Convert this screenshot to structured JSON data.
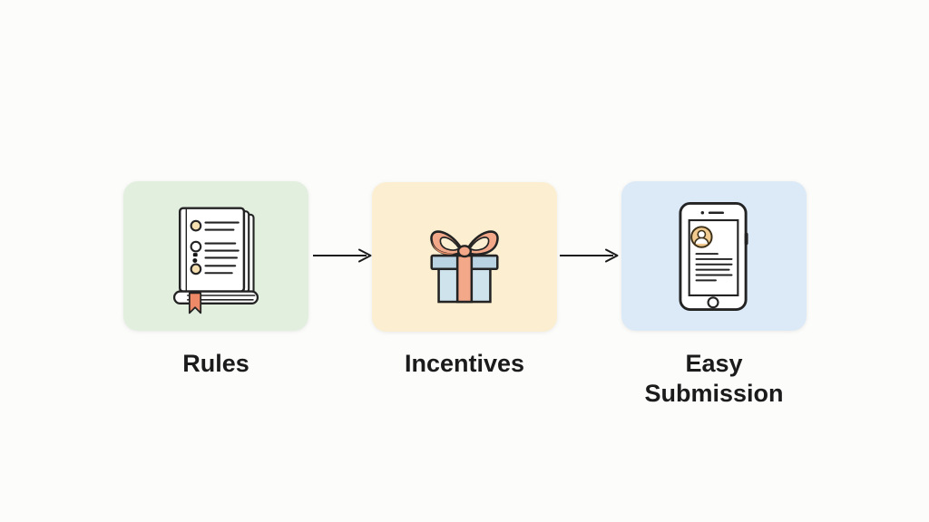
{
  "page": {
    "background": "#fcfcfb"
  },
  "diagram": {
    "type": "flow",
    "direction": "left-to-right",
    "steps": [
      {
        "label": "Rules",
        "icon": "rules-book-icon",
        "card_color": "#e2efdf"
      },
      {
        "label": "Incentives",
        "icon": "gift-box-icon",
        "card_color": "#fbeed1"
      },
      {
        "label": "Easy Submission",
        "icon": "phone-submission-icon",
        "card_color": "#dceaf8"
      }
    ],
    "connectors": [
      {
        "style": "right-arrow"
      },
      {
        "style": "right-arrow"
      }
    ],
    "colors": {
      "outline": "#232323",
      "label_text": "#1b1b1b",
      "arrow": "#1a1a1a",
      "salmon_ribbon": "#f4a88a",
      "salmon_shade": "#e78f68",
      "bookmark_salmon": "#ee8a67",
      "gift_lid_blue": "#b9d3e3",
      "gift_body_blue": "#cfe3ed",
      "bullet_cream": "#f5dfb0",
      "avatar_tan": "#f0ca8e",
      "paper_white": "#ffffff"
    }
  }
}
